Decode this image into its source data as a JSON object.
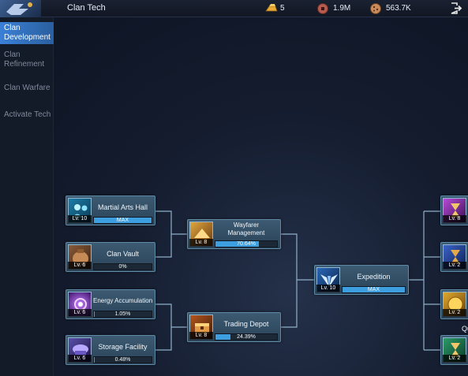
{
  "header": {
    "title": "Clan Tech"
  },
  "resources": [
    {
      "icon": "gold-ingot-icon",
      "value": "5"
    },
    {
      "icon": "coin-icon",
      "value": "1.9M"
    },
    {
      "icon": "cookie-icon",
      "value": "563.7K"
    }
  ],
  "sidebar": {
    "items": [
      {
        "label": "Clan Development",
        "active": true
      },
      {
        "label": "Clan Refinement",
        "active": false
      },
      {
        "label": "Clan Warfare",
        "active": false
      },
      {
        "label": "Activate Tech",
        "active": false
      }
    ]
  },
  "tech_nodes": [
    {
      "name": "Martial Arts Hall",
      "level": "Lv. 10",
      "progress": "MAX",
      "progress_value": 1.0,
      "icon": "martial-arts-icon"
    },
    {
      "name": "Clan Vault",
      "level": "Lv. 6",
      "progress": "0%",
      "progress_value": 0.0,
      "icon": "vault-bag-icon"
    },
    {
      "name": "Energy Accumulation",
      "level": "Lv. 6",
      "progress": "1.05%",
      "progress_value": 0.0105,
      "icon": "energy-orb-icon"
    },
    {
      "name": "Storage Facility",
      "level": "Lv. 6",
      "progress": "0.48%",
      "progress_value": 0.0048,
      "icon": "storage-icon"
    },
    {
      "name": "Wayfarer Management",
      "level": "Lv. 8",
      "progress": "70.64%",
      "progress_value": 0.7064,
      "icon": "wayfarer-icon"
    },
    {
      "name": "Trading Depot",
      "level": "Lv. 8",
      "progress": "24.39%",
      "progress_value": 0.2439,
      "icon": "trading-chest-icon"
    },
    {
      "name": "Expedition",
      "level": "Lv. 10",
      "progress": "MAX",
      "progress_value": 1.0,
      "icon": "expedition-wings-icon"
    }
  ],
  "right_nodes": [
    {
      "level": "Lv. 8",
      "icon": "purple-hourglass-icon"
    },
    {
      "level": "Lv. 2",
      "icon": "blue-hourglass-icon"
    },
    {
      "level": "Lv. 2",
      "icon": "gold-coin-icon"
    },
    {
      "level": "Lv. 2",
      "icon": "green-hourglass-icon"
    }
  ],
  "partial_text": "Qu",
  "colors": {
    "accent": "#3b80d6",
    "progress": "#3d9fe0",
    "node_border": "#5f8aa6"
  }
}
